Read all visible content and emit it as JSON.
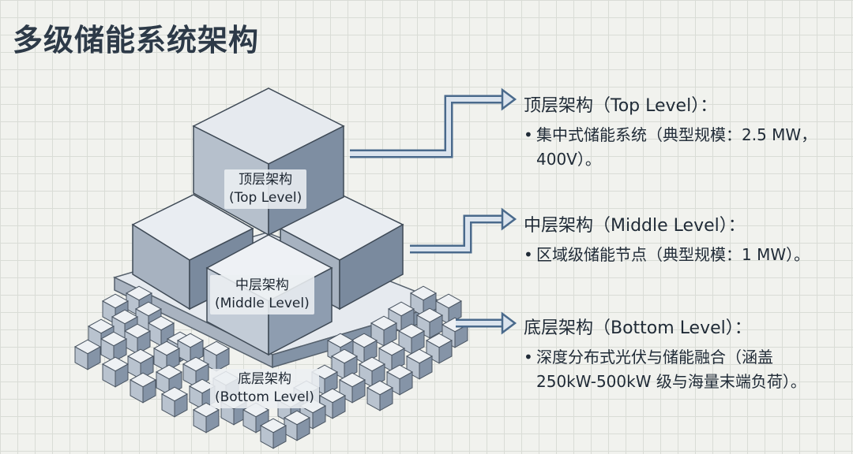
{
  "title": "多级储能系统架构",
  "labels": {
    "top": [
      "顶层架构",
      "(Top Level)"
    ],
    "middle": [
      "中层架构",
      "(Middle Level)"
    ],
    "bottom": [
      "底层架构",
      "(Bottom Level)"
    ]
  },
  "descriptions": {
    "top": {
      "heading": "顶层架构（Top Level）：",
      "line1": "集中式储能系统（典型规模：2.5 MW，",
      "line2": "400V）。"
    },
    "middle": {
      "heading": "中层架构（Middle Level）：",
      "line1": "区域级储能节点（典型规模：1 MW）。"
    },
    "bottom": {
      "heading": "底层架构（Bottom Level）：",
      "line1": "深度分布式光伏与储能融合（涵盖",
      "line2": "250kW-500kW 级与海量末端负荷）。"
    }
  },
  "colors": {
    "arrow": "#4a6a8c",
    "cube_dark": "#6f7f93",
    "cube_light": "#dfe4eb"
  }
}
